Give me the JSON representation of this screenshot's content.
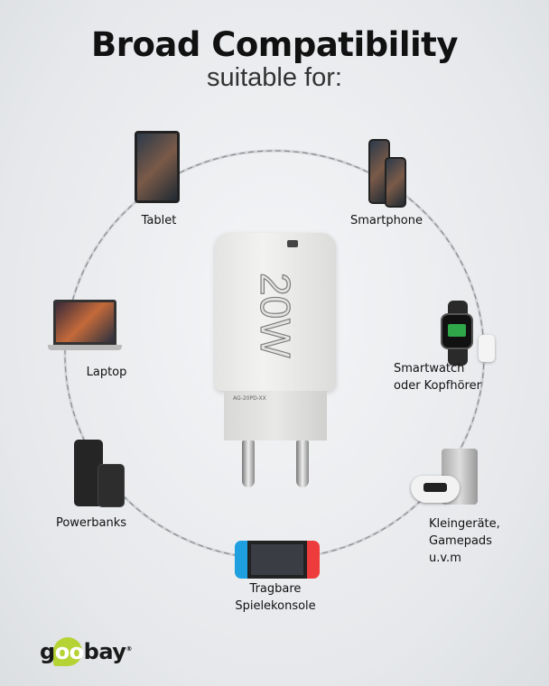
{
  "header": {
    "title": "Broad Compatibility",
    "subtitle": "suitable for:"
  },
  "devices": [
    {
      "label": "Tablet",
      "icon": "tablet-icon"
    },
    {
      "label": "Smartphone",
      "icon": "smartphone-icon"
    },
    {
      "label": "Laptop",
      "icon": "laptop-icon"
    },
    {
      "label_line1": "Smartwatch",
      "label_line2": "oder Kopfhörer",
      "icon": "smartwatch-icon"
    },
    {
      "label": "Powerbanks",
      "icon": "powerbank-icon"
    },
    {
      "label_line1": "Kleingeräte,",
      "label_line2": "Gamepads",
      "label_line3": "u.v.m",
      "icon": "gamepad-icon"
    },
    {
      "label_line1": "Tragbare",
      "label_line2": "Spielekonsole",
      "icon": "game-console-icon"
    }
  ],
  "product": {
    "wattage": "20W",
    "model": "AG-20PD-XX"
  },
  "brand": {
    "logo": "goobay",
    "accent": "#b5d334"
  }
}
